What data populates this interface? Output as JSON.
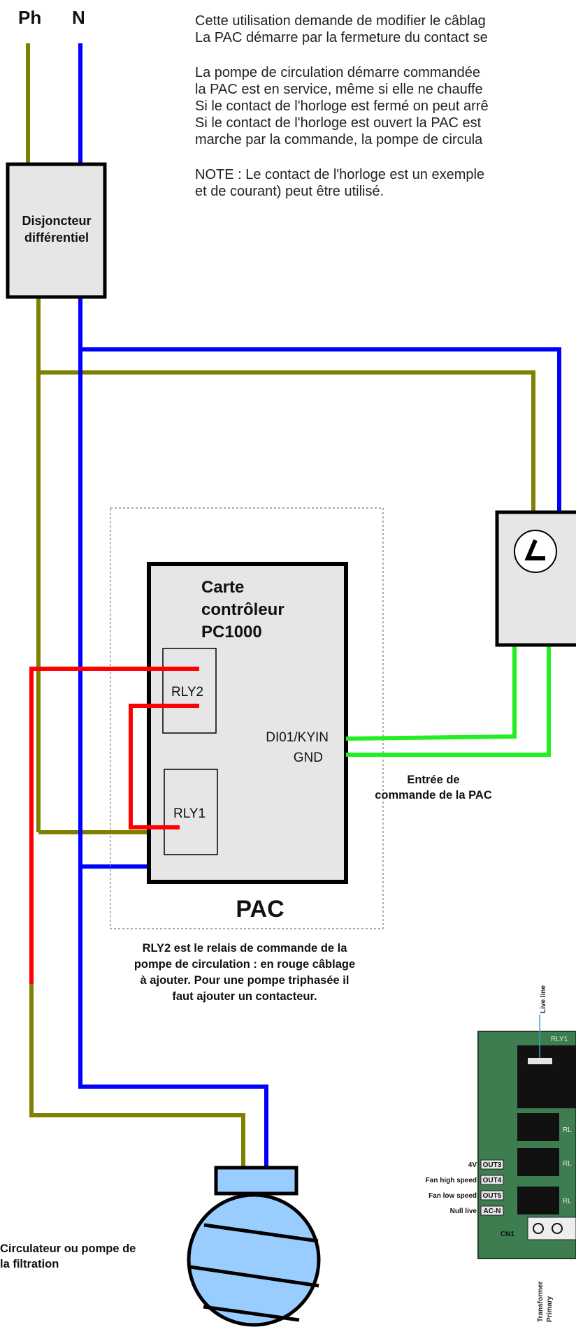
{
  "labels": {
    "phase": "Ph",
    "neutral": "N",
    "breaker_line1": "Disjoncteur",
    "breaker_line2": "différentiel",
    "board_line1": "Carte",
    "board_line2": "contrôleur",
    "board_line3": "PC1000",
    "rly2": "RLY2",
    "rly1": "RLY1",
    "di01": "DI01/KYIN",
    "gnd": "GND",
    "pac": "PAC",
    "entree_line1": "Entrée de",
    "entree_line2": "commande de la PAC",
    "circulator_line1": "Circulateur ou pompe de",
    "circulator_line2": "la filtration"
  },
  "intro": {
    "p1": [
      "Cette utilisation demande de modifier le câblag",
      "La PAC démarre par la fermeture du contact se"
    ],
    "p2": [
      "La pompe de circulation démarre commandée",
      "la PAC est en service, même si elle ne chauffe",
      "Si le contact de l'horloge est fermé on peut arrê",
      "Si le contact de l'horloge est ouvert la PAC est",
      "marche par la commande, la pompe de circula"
    ],
    "p3": [
      "NOTE : Le contact de l'horloge est un exemple",
      "et de courant) peut être utilisé."
    ]
  },
  "rly2_note": [
    "RLY2 est le relais de commande de la",
    "pompe de circulation :  en rouge câblage",
    "à ajouter. Pour une pompe triphasée il",
    "faut ajouter un contacteur."
  ],
  "photo": {
    "live_line": "Live line",
    "rly1": "RLY1",
    "rly_a": "RL",
    "rly_b": "RL",
    "rly_c": "RL",
    "out3_side": "4V",
    "out3": "OUT3",
    "out4_side": "Fan high speed",
    "out4": "OUT4",
    "out5_side": "Fan low speed",
    "out5": "OUT5",
    "acn_side": "Null live",
    "acn": "AC-N",
    "cn1": "CN1",
    "transformer_line1": "Transformer",
    "transformer_line2": "Primary"
  },
  "colors": {
    "phase_wire": "#808000",
    "neutral_wire": "#0000ff",
    "added_wire": "#ff0000",
    "command_wire": "#22ee22",
    "box_fill": "#e6e6e6",
    "pump_fill": "#99ccff",
    "pcb_green": "#3d7d50"
  }
}
